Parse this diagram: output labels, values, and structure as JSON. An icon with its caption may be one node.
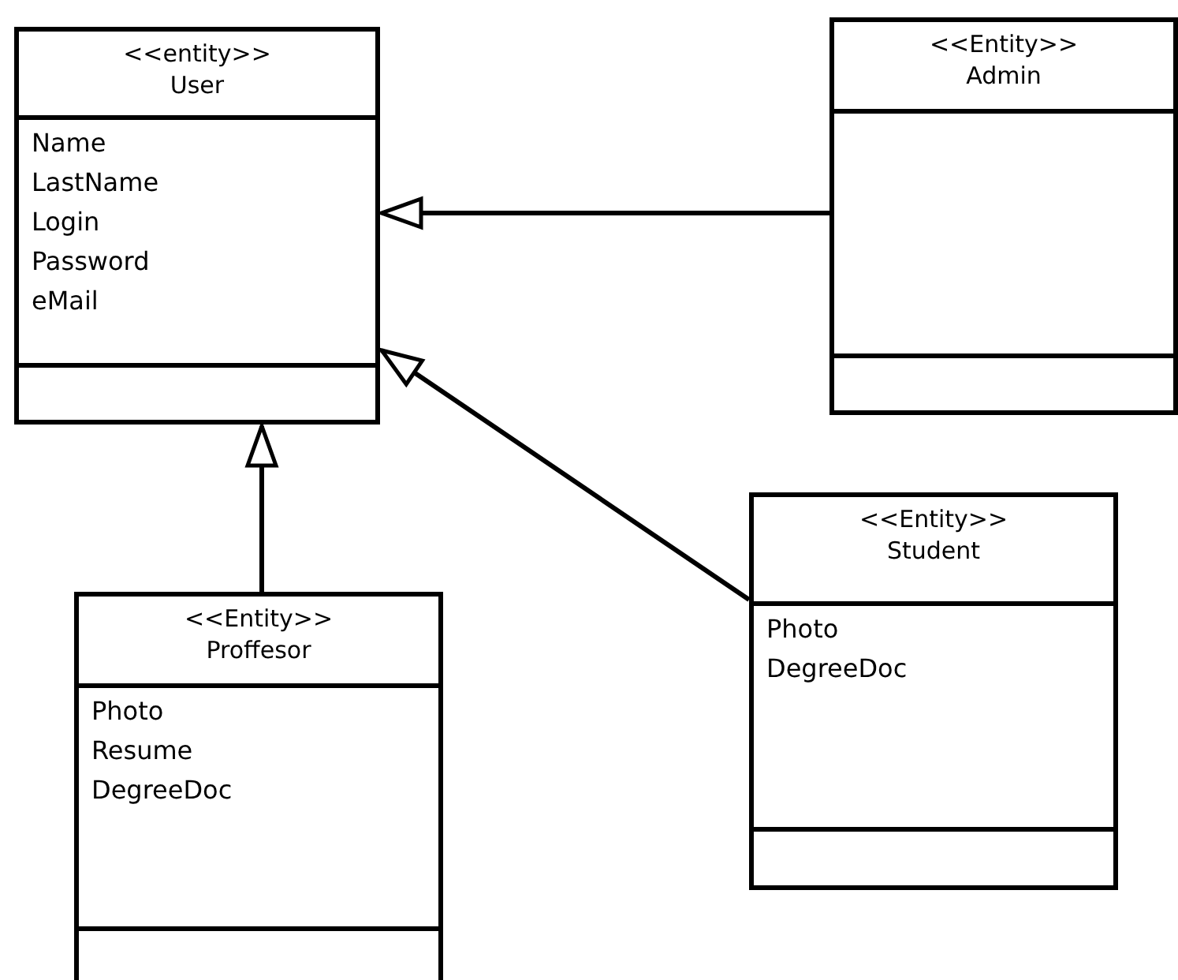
{
  "diagram": {
    "nodes": [
      {
        "text": [
          "<<entity>>",
          "User",
          "Name",
          "LastName",
          "Login",
          "Password",
          "eMail"
        ]
      },
      {
        "text": [
          "<<Entity>>",
          "Admin"
        ]
      },
      {
        "text": [
          "<<Entity>>",
          "Student",
          "Photo",
          "DegreeDoc"
        ]
      },
      {
        "text": [
          "<<Entity>>",
          "Proffesor",
          "Photo",
          "Resume",
          "DegreeDoc"
        ]
      }
    ],
    "edges": [
      {
        "from": 1,
        "to": 0,
        "arrow": "to"
      },
      {
        "from": 3,
        "to": 0,
        "arrow": "to"
      },
      {
        "from": 2,
        "to": 0,
        "arrow": "to"
      }
    ]
  }
}
